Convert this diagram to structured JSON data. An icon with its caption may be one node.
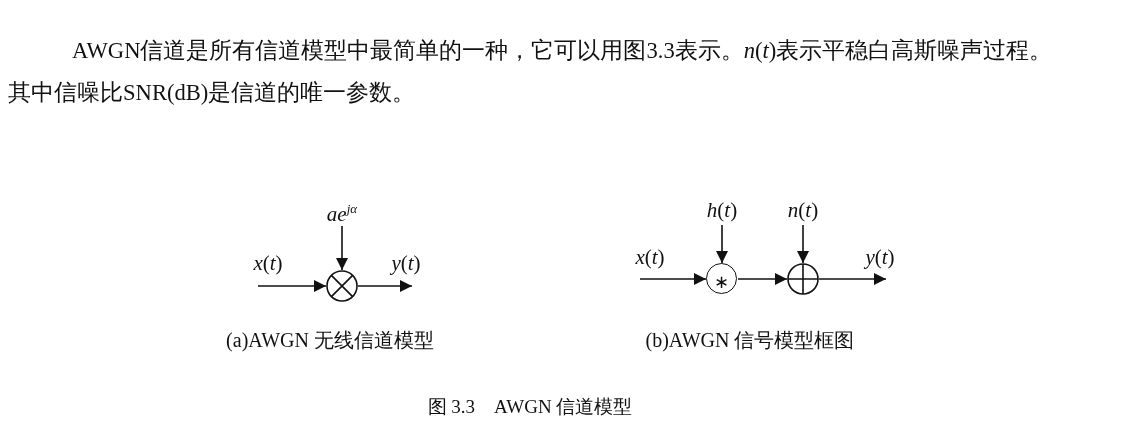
{
  "diagram": {
    "caption": "图 3.3　AWGN 信道模型",
    "nodes": [
      {
        "text": [
          "*x*(*t*)"
        ]
      },
      {
        "text": [
          "*ae*$^{jα}$"
        ]
      },
      {
        "text": [],
        "shape": "circle"
      },
      {
        "text": [
          "*y*(*t*)"
        ]
      },
      {
        "text": [
          "*x*(*t*)"
        ]
      },
      {
        "text": [
          "*h*(*t*)"
        ]
      },
      {
        "text": [
          "∗"
        ]
      },
      {
        "text": [
          "*n*(*t*)"
        ]
      },
      {
        "text": [],
        "shape": "circle"
      },
      {
        "text": [
          "*y*(*t*)"
        ]
      }
    ],
    "edges": [
      {
        "from": 0,
        "to": 2,
        "arrow": "to"
      },
      {
        "from": 1,
        "to": 2,
        "arrow": "to"
      },
      {
        "from": 2,
        "to": 3,
        "arrow": "to"
      },
      {
        "from": 4,
        "to": 6,
        "arrow": "to"
      },
      {
        "from": 5,
        "to": 6,
        "arrow": "to"
      },
      {
        "from": 6,
        "to": 8,
        "arrow": "to"
      },
      {
        "from": 7,
        "to": 8,
        "arrow": "to"
      },
      {
        "from": 8,
        "to": 9,
        "arrow": "to"
      }
    ],
    "labels": [
      "AWGN信道是所有信道模型中最简单的一种，它可以用图3.3表示。*n*(*t*)表示平稳白高斯噪声过程。其中信噪比SNR(dB)是信道的唯一参数。",
      "(a)AWGN 无线信道模型",
      "(b)AWGN 信号模型框图"
    ]
  }
}
